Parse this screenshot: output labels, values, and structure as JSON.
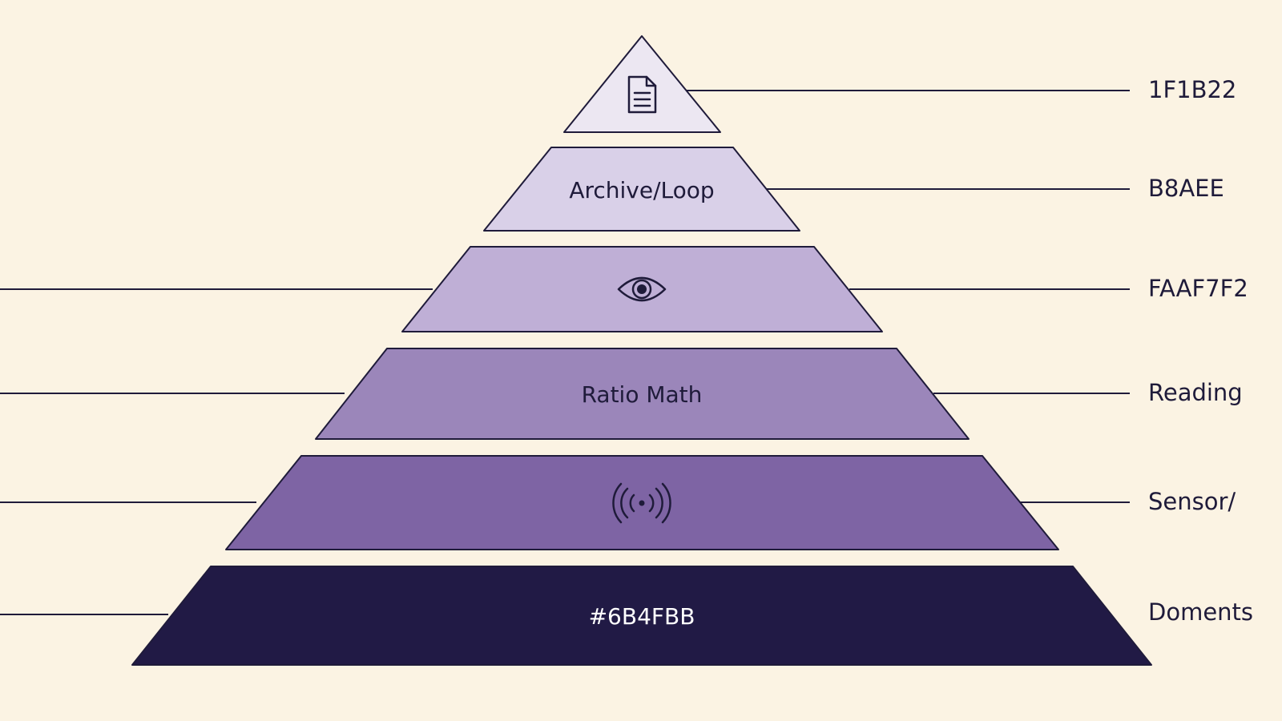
{
  "tiers": [
    {
      "level": 1,
      "label": "",
      "icon": "document-icon",
      "fill": "#ECE7F2",
      "side_label": "1F1B22",
      "left_leader": false
    },
    {
      "level": 2,
      "label": "Archive/Loop",
      "icon": "",
      "fill": "#D9D0E8",
      "side_label": "B8AEE",
      "left_leader": false
    },
    {
      "level": 3,
      "label": "",
      "icon": "eye-icon",
      "fill": "#BFAFD6",
      "side_label": "FAAF7F2",
      "left_leader": true
    },
    {
      "level": 4,
      "label": "Ratio Math",
      "icon": "",
      "fill": "#9B86BA",
      "side_label": "Reading",
      "left_leader": true
    },
    {
      "level": 5,
      "label": "",
      "icon": "signal-icon",
      "fill": "#7E64A4",
      "side_label": "Sensor/",
      "left_leader": true
    },
    {
      "level": 6,
      "label": "#6B4FBB",
      "icon": "",
      "fill": "#211A45",
      "side_label": "Doments",
      "left_leader": true,
      "dark": true
    }
  ],
  "colors": {
    "background": "#FBF3E3",
    "outline": "#1F1B3A"
  }
}
